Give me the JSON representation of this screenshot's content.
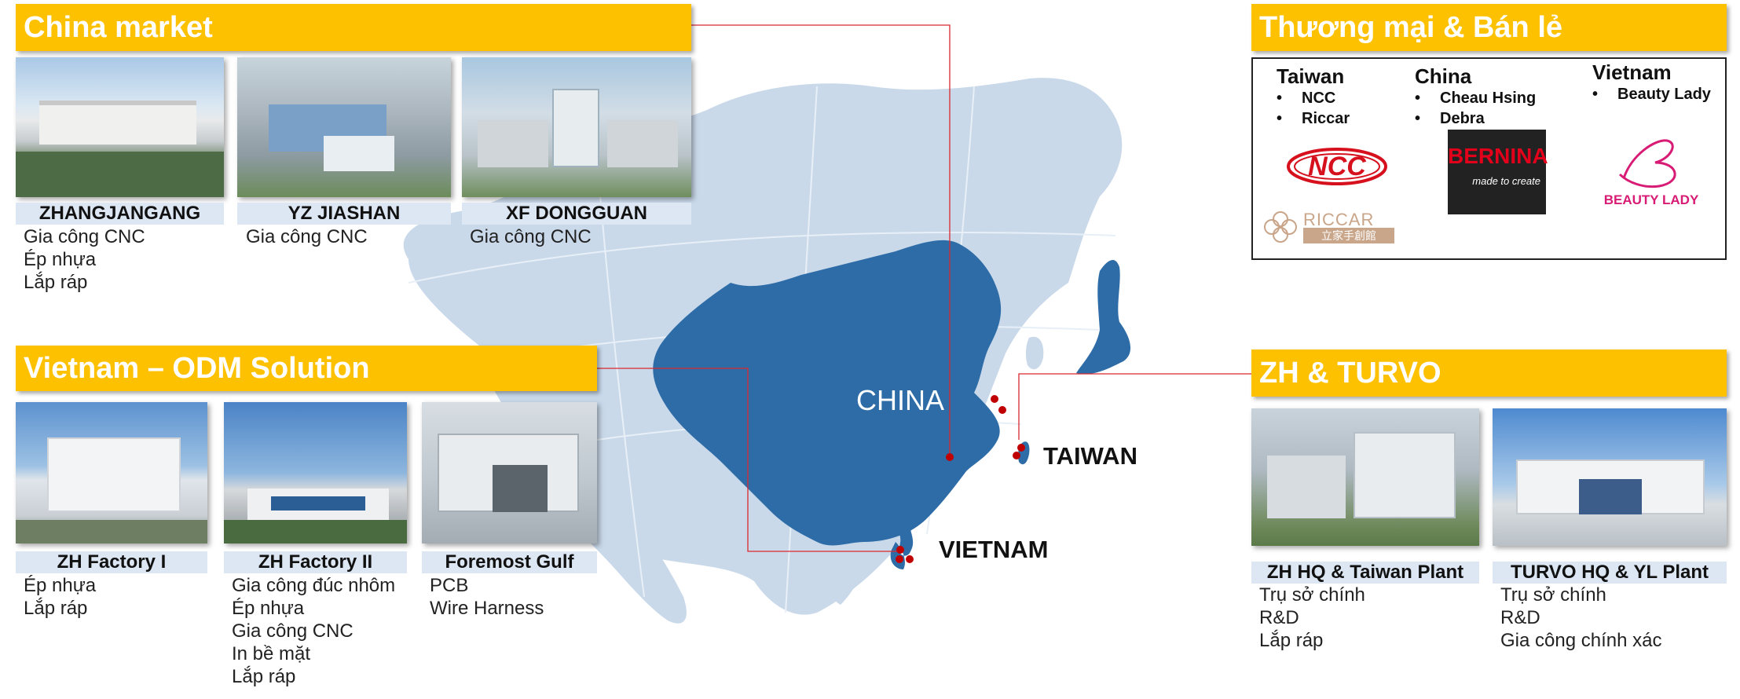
{
  "china_market": {
    "title": "China market",
    "factories": [
      {
        "name": "ZHANGJANGANG",
        "items": [
          "Gia công CNC",
          "Ép nhựa",
          "Lắp ráp"
        ]
      },
      {
        "name": "YZ JIASHAN",
        "items": [
          "Gia công CNC"
        ]
      },
      {
        "name": "XF DONGGUAN",
        "items": [
          "Gia công CNC"
        ]
      }
    ]
  },
  "vietnam_odm": {
    "title": "Vietnam – ODM Solution",
    "factories": [
      {
        "name": "ZH Factory I",
        "items": [
          "Ép nhựa",
          "Lắp ráp"
        ]
      },
      {
        "name": "ZH Factory II",
        "items": [
          "Gia công đúc nhôm",
          "Ép nhựa",
          "Gia công CNC",
          "In bề mặt",
          "Lắp ráp"
        ]
      },
      {
        "name": "Foremost Gulf",
        "items": [
          "PCB",
          "Wire Harness"
        ]
      }
    ]
  },
  "retail": {
    "title": "Thương mại & Bán lẻ",
    "columns": [
      {
        "country": "Taiwan",
        "brands": [
          "NCC",
          "Riccar"
        ]
      },
      {
        "country": "China",
        "brands": [
          "Cheau Hsing",
          "Debra"
        ]
      },
      {
        "country": "Vietnam",
        "brands": [
          "Beauty Lady"
        ]
      }
    ],
    "logos": {
      "ncc": "NCC",
      "riccar": "RICCAR",
      "riccar_sub": "立家手創館",
      "bernina": "BERNINA",
      "bernina_sub": "made to create",
      "beauty_lady": "BEAUTY LADY"
    }
  },
  "zh_turvo": {
    "title": "ZH & TURVO",
    "sites": [
      {
        "name": "ZH HQ & Taiwan Plant",
        "items": [
          "Trụ sở chính",
          "R&D",
          "Lắp ráp"
        ]
      },
      {
        "name": "TURVO HQ & YL Plant",
        "items": [
          "Trụ sở chính",
          "R&D",
          "Gia công chính xác"
        ]
      }
    ]
  },
  "map": {
    "china_label": "CHINA",
    "taiwan_label": "TAIWAN",
    "vietnam_label": "VIETNAM"
  },
  "colors": {
    "banner": "#fdc100",
    "china_fill": "#2e6ca7",
    "land_fill": "#c9d9ea",
    "connector": "#d9282f",
    "dot": "#c00000"
  }
}
